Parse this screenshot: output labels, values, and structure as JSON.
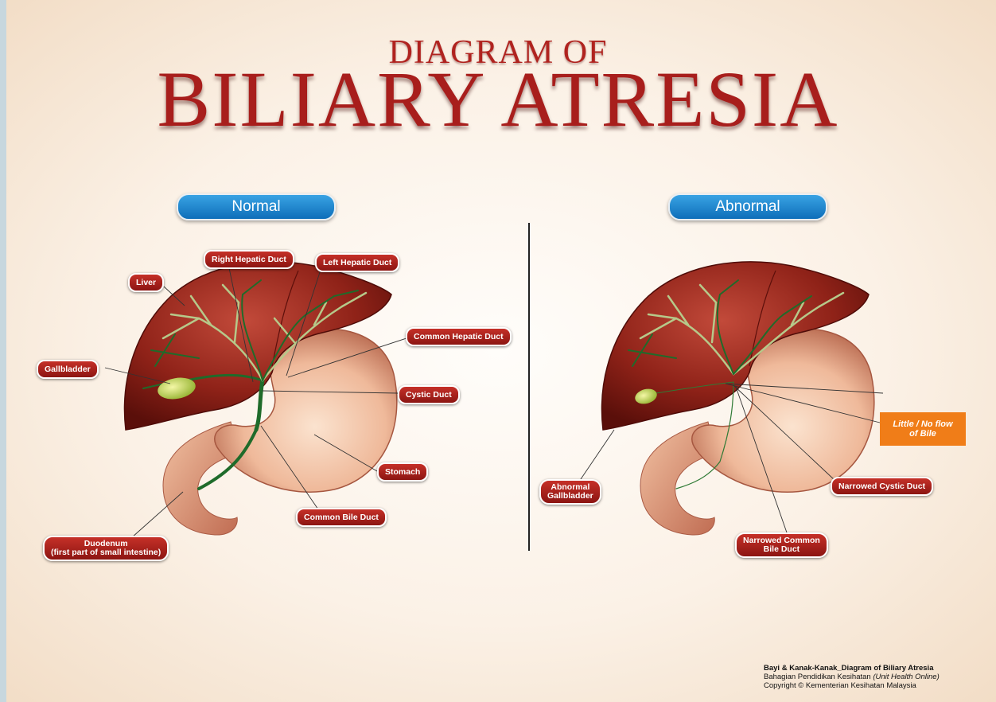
{
  "title": {
    "line1": "DIAGRAM OF",
    "line2": "BILIARY ATRESIA"
  },
  "panels": {
    "normal": "Normal",
    "abnormal": "Abnormal"
  },
  "labels_normal": {
    "right_hepatic_duct": "Right Hepatic Duct",
    "left_hepatic_duct": "Left Hepatic Duct",
    "liver": "Liver",
    "common_hepatic_duct": "Common Hepatic Duct",
    "gallbladder": "Gallbladder",
    "cystic_duct": "Cystic Duct",
    "stomach": "Stomach",
    "common_bile_duct": "Common Bile Duct",
    "duodenum_line1": "Duodenum",
    "duodenum_line2": "(first part of small intestine)"
  },
  "labels_abnormal": {
    "little_flow_line1": "Little / No flow",
    "little_flow_line2": "of Bile",
    "abnormal_gallbladder_line1": "Abnormal",
    "abnormal_gallbladder_line2": "Gallbladder",
    "narrowed_cystic_duct": "Narrowed Cystic Duct",
    "narrowed_common_line1": "Narrowed Common",
    "narrowed_common_line2": "Bile Duct"
  },
  "footer": {
    "line1": "Bayi & Kanak-Kanak_Diagram of Biliary Atresia",
    "line2_a": "Bahagian Pendidikan Kesihatan ",
    "line2_b": "(Unit Health Online)",
    "line3": "Copyright © Kementerian Kesihatan Malaysia"
  },
  "colors": {
    "title_red": "#a81e1c",
    "label_red": "#b22420",
    "pill_blue": "#1a7fcb",
    "note_orange": "#f07d18",
    "duct_green": "#1f6b2a"
  }
}
